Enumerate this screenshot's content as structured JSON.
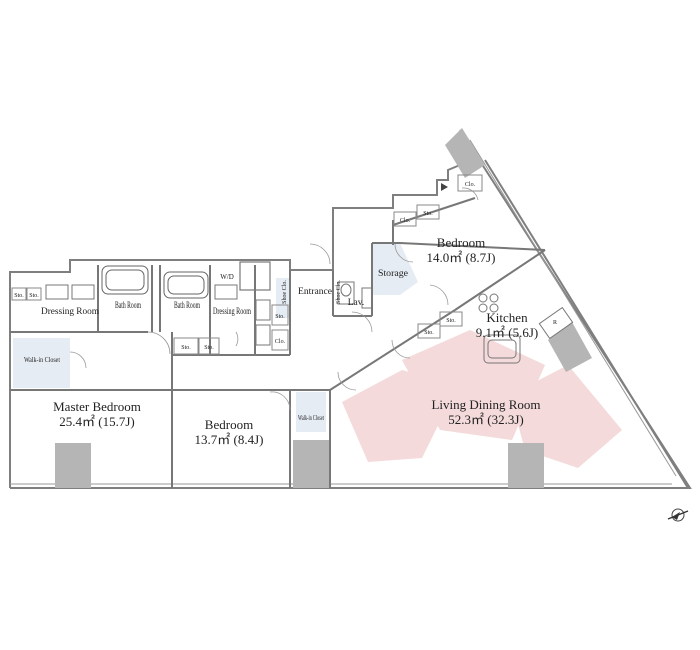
{
  "rooms": {
    "master_bedroom": {
      "name": "Master Bedroom",
      "area": "25.4㎡ (15.7J)"
    },
    "bedroom_south": {
      "name": "Bedroom",
      "area": "13.7㎡ (8.4J)"
    },
    "bedroom_north": {
      "name": "Bedroom",
      "area": "14.0㎡ (8.7J)"
    },
    "living_dining": {
      "name": "Living Dining Room",
      "area": "52.3㎡ (32.3J)"
    },
    "kitchen": {
      "name": "Kitchen",
      "area": "9.1㎡ (5.6J)"
    },
    "dressing_room_1": {
      "name": "Dressing Room"
    },
    "dressing_room_2": {
      "name": "Dressing Room"
    },
    "bath_room_1": {
      "name": "Bath Room"
    },
    "bath_room_2": {
      "name": "Bath Room"
    },
    "walkin_closet_1": {
      "name": "Walk-in Closet"
    },
    "walkin_closet_2": {
      "name": "Walk-in Closet"
    },
    "entrance": {
      "name": "Entrance"
    },
    "storage": {
      "name": "Storage"
    },
    "lav": {
      "name": "Lav."
    },
    "wd": {
      "name": "W/D"
    }
  },
  "small_labels": {
    "sto": "Sto.",
    "clo": "Clo.",
    "shoe_clo": "Shoe Clo.",
    "refrigerator": "R"
  },
  "colors": {
    "living_highlight": "#f4dada",
    "closet_fill": "#e6ecf4",
    "column_fill": "#b5b5b5",
    "wall": "#7f7f7f"
  }
}
